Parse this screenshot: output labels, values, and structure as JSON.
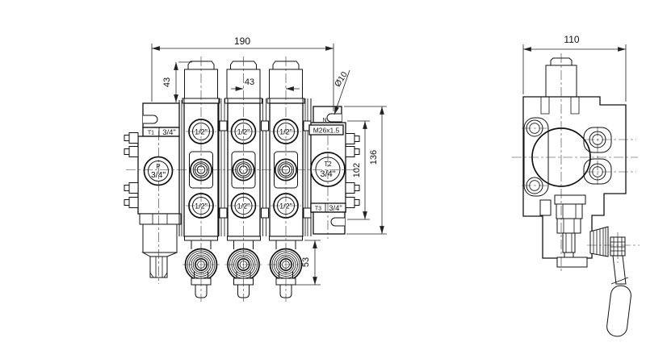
{
  "drawing": {
    "front_view": {
      "dims": {
        "overall_width": "190",
        "cap_height": "43",
        "section_pitch": "43",
        "mount_hole": "Ø10",
        "port_span": "102",
        "body_height": "136",
        "lower_height": "53"
      },
      "labels": {
        "t1": "T1",
        "t1_size": "3/4\"",
        "p": "P",
        "p_size": "3/4\"",
        "n": "N",
        "gauge_thread": "M26x1.5",
        "t2": "T2",
        "t2_size": "3/4\"",
        "t3": "T3",
        "t3_size": "3/4\"",
        "work_port": "1/2\""
      }
    },
    "side_view": {
      "dims": {
        "overall_width": "110"
      }
    },
    "colors": {
      "line": "#111111",
      "background": "#ffffff"
    }
  }
}
